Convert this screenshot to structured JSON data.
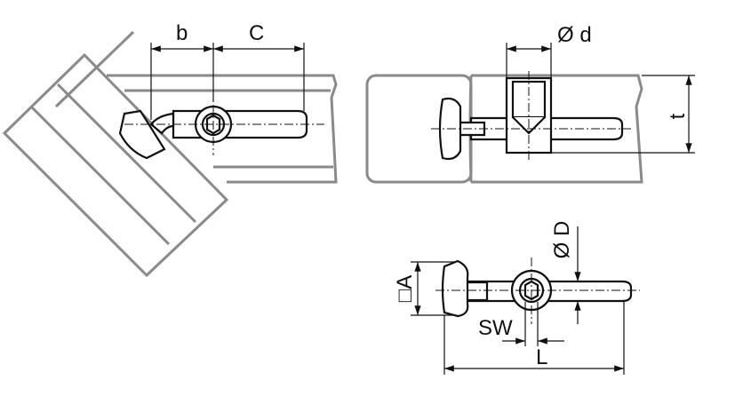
{
  "drawing": {
    "dimensions": {
      "b": "b",
      "c": "C",
      "d": "Ø d",
      "t": "t",
      "D": "Ø D",
      "A": "□A",
      "sw": "SW",
      "l": "L"
    }
  }
}
